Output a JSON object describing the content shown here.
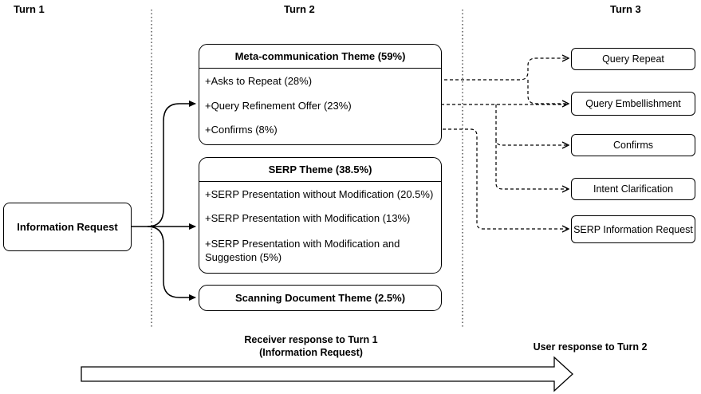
{
  "turns": {
    "turn1": "Turn 1",
    "turn2": "Turn 2",
    "turn3": "Turn 3"
  },
  "source": {
    "label": "Information Request"
  },
  "themes": {
    "meta": {
      "title": "Meta-communication Theme (59%)",
      "items": [
        "+Asks to Repeat (28%)",
        "+Query Refinement Offer (23%)",
        "+Confirms (8%)"
      ]
    },
    "serp": {
      "title": "SERP Theme (38.5%)",
      "items": [
        "+SERP Presentation without Modification (20.5%)",
        "+SERP Presentation with Modification (13%)",
        "+SERP Presentation with Modification and Suggestion (5%)"
      ]
    },
    "scanning": {
      "title": "Scanning Document Theme (2.5%)"
    }
  },
  "responses": [
    "Query Repeat",
    "Query Embellishment",
    "Confirms",
    "Intent Clarification",
    "SERP Information Request"
  ],
  "captions": {
    "receiver": "Receiver response to Turn 1 (Information Request)",
    "user": "User response to Turn 2"
  }
}
